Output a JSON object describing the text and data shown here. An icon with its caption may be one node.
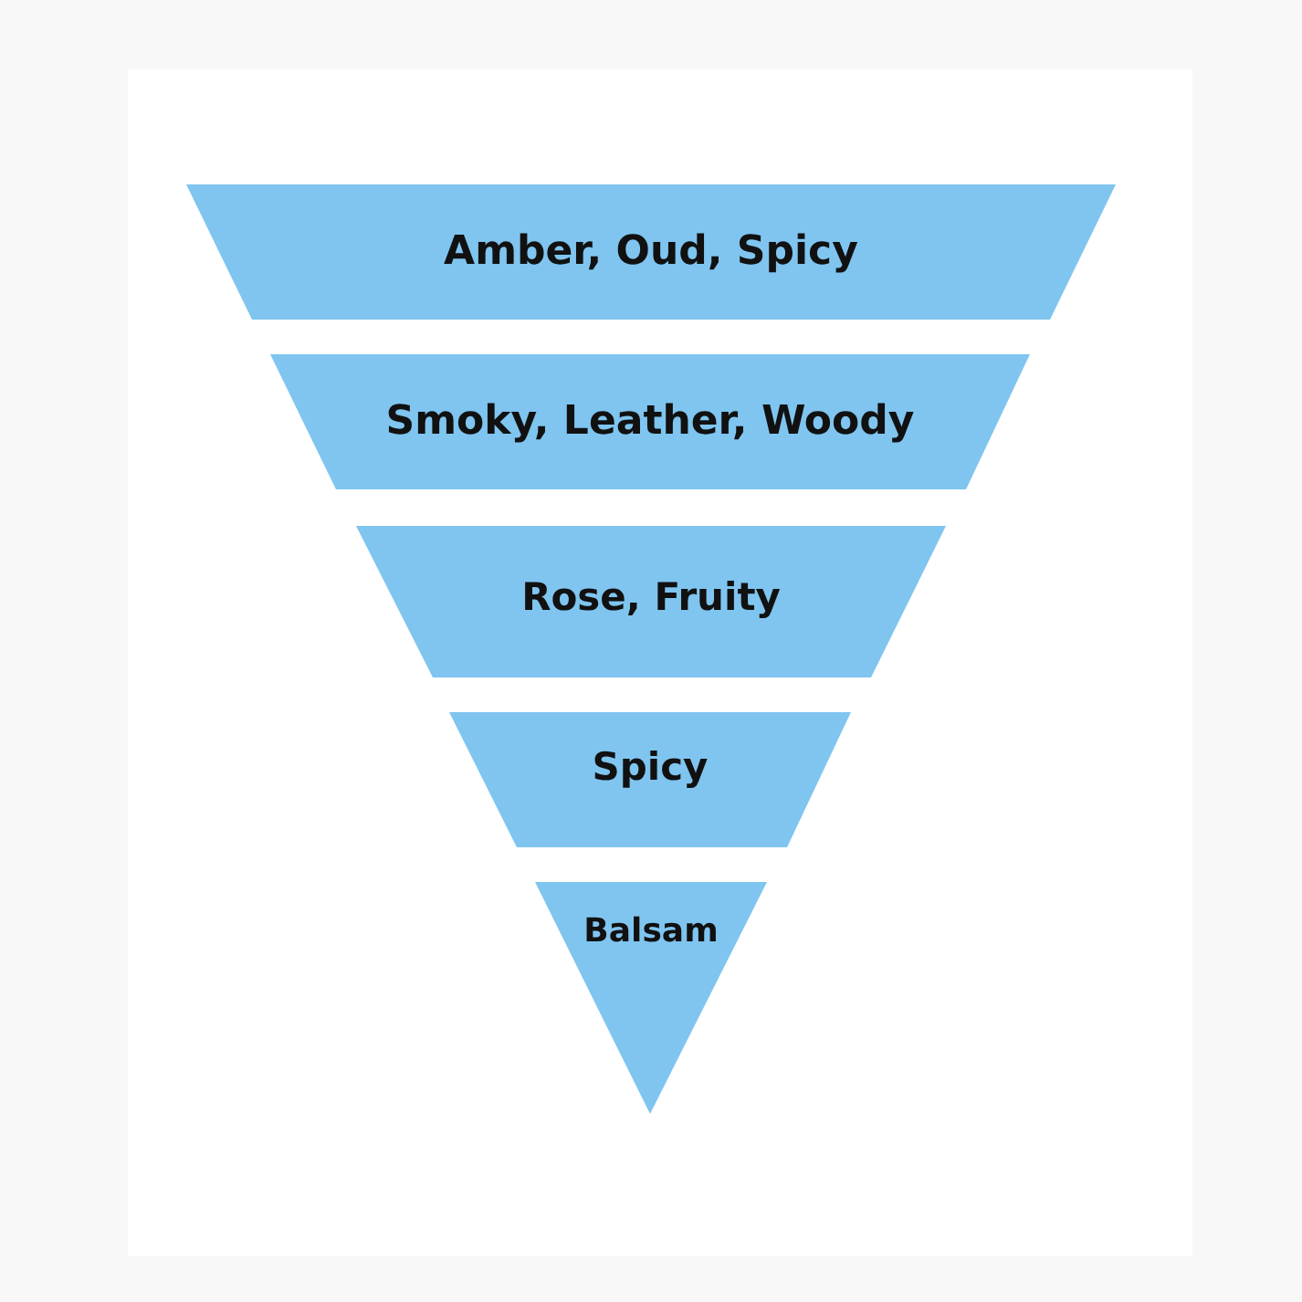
{
  "diagram": {
    "nodes": [
      {
        "text": [
          "Amber, Oud, Spicy"
        ]
      },
      {
        "text": [
          "Smoky, Leather, Woody"
        ]
      },
      {
        "text": [
          "Rose, Fruity"
        ]
      },
      {
        "text": [
          "Spicy"
        ]
      },
      {
        "text": [
          "Balsam"
        ]
      }
    ]
  }
}
